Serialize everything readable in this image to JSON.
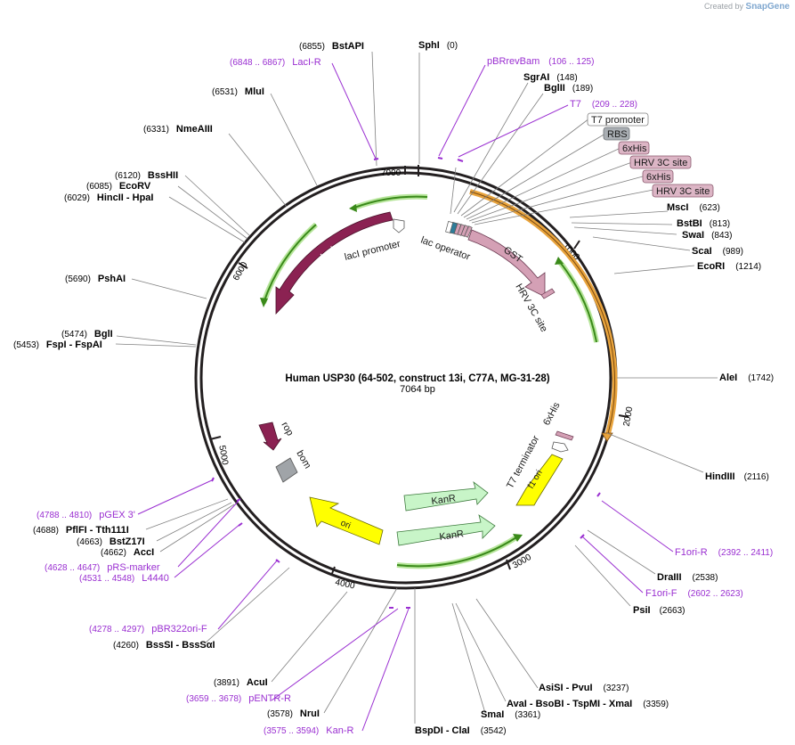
{
  "branding": {
    "prefix": "Created by",
    "name": "SnapGene"
  },
  "map": {
    "title": "Human USP30 (64-502, construct 13i, C77A, MG-31-28)",
    "length": "7064 bp"
  },
  "ticks": [
    "1000",
    "2000",
    "3000",
    "4000",
    "5000",
    "6000",
    "7000"
  ],
  "enzymes": [
    {
      "name": "SphI",
      "pos": "(0)"
    },
    {
      "name": "SgrAI",
      "pos": "(148)"
    },
    {
      "name": "BglII",
      "pos": "(189)"
    },
    {
      "name": "MscI",
      "pos": "(623)"
    },
    {
      "name": "BstBI",
      "pos": "(813)"
    },
    {
      "name": "SwaI",
      "pos": "(843)"
    },
    {
      "name": "ScaI",
      "pos": "(989)"
    },
    {
      "name": "EcoRI",
      "pos": "(1214)"
    },
    {
      "name": "AleI",
      "pos": "(1742)"
    },
    {
      "name": "HindIII",
      "pos": "(2116)"
    },
    {
      "name": "DraIII",
      "pos": "(2538)"
    },
    {
      "name": "PsiI",
      "pos": "(2663)"
    },
    {
      "name": "AsiSI - PvuI",
      "pos": "(3237)"
    },
    {
      "name": "AvaI - BsoBI - TspMI - XmaI",
      "pos": "(3359)"
    },
    {
      "name": "SmaI",
      "pos": "(3361)"
    },
    {
      "name": "BspDI - ClaI",
      "pos": "(3542)"
    },
    {
      "name": "NruI",
      "pos": "(3578)"
    },
    {
      "name": "AcuI",
      "pos": "(3891)"
    },
    {
      "name": "BssSI - BssSαI",
      "pos": "(4260)"
    },
    {
      "name": "AccI",
      "pos": "(4662)"
    },
    {
      "name": "BstZ17I",
      "pos": "(4663)"
    },
    {
      "name": "PflFI - Tth111I",
      "pos": "(4688)"
    },
    {
      "name": "FspI - FspAI",
      "pos": "(5453)"
    },
    {
      "name": "BglI",
      "pos": "(5474)"
    },
    {
      "name": "PshAI",
      "pos": "(5690)"
    },
    {
      "name": "HincII - HpaI",
      "pos": "(6029)"
    },
    {
      "name": "EcoRV",
      "pos": "(6085)"
    },
    {
      "name": "BssHII",
      "pos": "(6120)"
    },
    {
      "name": "NmeAIII",
      "pos": "(6331)"
    },
    {
      "name": "MluI",
      "pos": "(6531)"
    },
    {
      "name": "BstAPI",
      "pos": "(6855)"
    }
  ],
  "primers": [
    {
      "name": "pBRrevBam",
      "range": "(106 .. 125)"
    },
    {
      "name": "T7",
      "range": "(209 .. 228)"
    },
    {
      "name": "F1ori-R",
      "range": "(2392 .. 2411)"
    },
    {
      "name": "F1ori-F",
      "range": "(2602 .. 2623)"
    },
    {
      "name": "Kan-R",
      "range": "(3575 .. 3594)"
    },
    {
      "name": "pENTR-R",
      "range": "(3659 .. 3678)"
    },
    {
      "name": "pBR322ori-F",
      "range": "(4278 .. 4297)"
    },
    {
      "name": "L4440",
      "range": "(4531 .. 4548)"
    },
    {
      "name": "pRS-marker",
      "range": "(4628 .. 4647)"
    },
    {
      "name": "pGEX 3'",
      "range": "(4788 .. 4810)"
    },
    {
      "name": "LacI-R",
      "range": "(6848 .. 6867)"
    }
  ],
  "boxed_features": [
    "T7 promoter",
    "RBS",
    "6xHis",
    "HRV 3C site",
    "6xHis",
    "HRV 3C site"
  ],
  "features": [
    "lacI",
    "lacI promoter",
    "lac operator",
    "GST",
    "HRV 3C site",
    "6xHis",
    "T7 terminator",
    "f1 ori",
    "KanR",
    "KanR",
    "ori",
    "rop",
    "bom"
  ],
  "colors": {
    "backbone": "#231f20",
    "lacI": "#8b2252",
    "GST": "#d4a0b5",
    "KanR": "#c8f5c8",
    "ori": "#ffff00",
    "f1ori": "#ffff00",
    "rop": "#8b2252",
    "bom": "#a0a4a8",
    "orange_arc": "#e8a33c",
    "green_arc": "#3a8a1a",
    "primer": "#9a2fd1"
  }
}
